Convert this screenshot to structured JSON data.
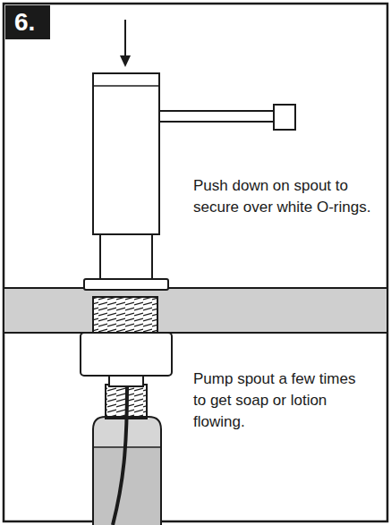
{
  "diagram": {
    "nodes": [
      {
        "text": [
          "6."
        ]
      }
    ],
    "labels": [
      "Push down on spout to secure over white O-rings.",
      "Pump spout a few times to get soap or lotion flowing."
    ]
  }
}
